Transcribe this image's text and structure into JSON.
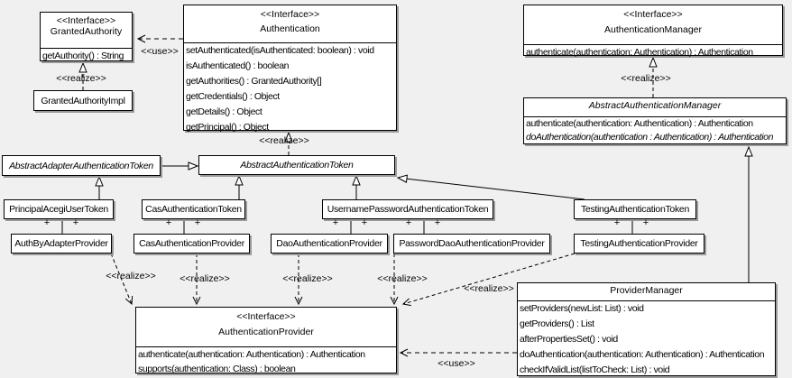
{
  "edge_labels": {
    "use": "<<use>>",
    "realize": "<<realize>>",
    "plus": "+"
  },
  "classes": {
    "granted_authority": {
      "stereotype": "<<Interface>>",
      "name": "GrantedAuthority",
      "members": [
        "getAuthority() : String"
      ]
    },
    "granted_authority_impl": {
      "name": "GrantedAuthorityImpl"
    },
    "authentication": {
      "stereotype": "<<Interface>>",
      "name": "Authentication",
      "members": [
        "setAuthenticated(isAuthenticated: boolean) : void",
        "isAuthenticated() : boolean",
        "getAuthorities() : GrantedAuthority[]",
        "getCredentials() : Object",
        "getDetails() : Object",
        "getPrincipal() : Object"
      ]
    },
    "authentication_manager": {
      "stereotype": "<<Interface>>",
      "name": "AuthenticationManager",
      "members": [
        "authenticate(authentication: Authentication) : Authentication"
      ]
    },
    "abstract_authentication_manager": {
      "name": "AbstractAuthenticationManager",
      "members": [
        "authenticate(authentication: Authentication) : Authentication",
        "doAuthentication(authentication : Authentication) : Authentication"
      ]
    },
    "abstract_adapter_authentication_token": {
      "name": "AbstractAdapterAuthenticationToken"
    },
    "abstract_authentication_token": {
      "name": "AbstractAuthenticationToken"
    },
    "principal_acegi_user_token": {
      "name": "PrincipalAcegiUserToken"
    },
    "cas_authentication_token": {
      "name": "CasAuthenticationToken"
    },
    "username_password_authentication_token": {
      "name": "UsernamePasswordAuthenticationToken"
    },
    "testing_authentication_token": {
      "name": "TestingAuthenticationToken"
    },
    "auth_by_adapter_provider": {
      "name": "AuthByAdapterProvider"
    },
    "cas_authentication_provider": {
      "name": "CasAuthenticationProvider"
    },
    "dao_authentication_provider": {
      "name": "DaoAuthenticationProvider"
    },
    "password_dao_authentication_provider": {
      "name": "PasswordDaoAuthenticationProvider"
    },
    "testing_authentication_provider": {
      "name": "TestingAuthenticationProvider"
    },
    "authentication_provider": {
      "stereotype": "<<Interface>>",
      "name": "AuthenticationProvider",
      "members": [
        "authenticate(authentication: Authentication) : Authentication",
        "supports(authentication: Class) : boolean"
      ]
    },
    "provider_manager": {
      "name": "ProviderManager",
      "members": [
        "setProviders(newList: List) : void",
        "getProviders() : List",
        "afterPropertiesSet() : void",
        "doAuthentication(authentication: Authentication) : Authentication",
        "checkIfValidList(listToCheck: List) : void"
      ]
    }
  }
}
